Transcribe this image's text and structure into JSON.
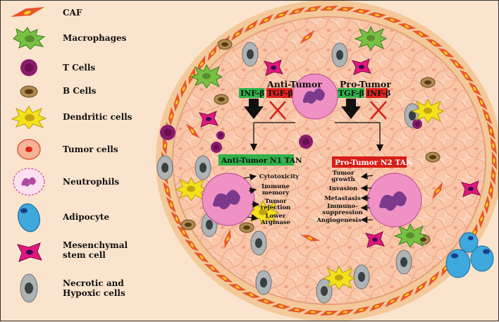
{
  "legend": [
    {
      "label": "CAF",
      "icon": "caf-icon"
    },
    {
      "label": "Macrophages",
      "icon": "macrophage-icon"
    },
    {
      "label": "T Cells",
      "icon": "t-cell-icon"
    },
    {
      "label": "B Cells",
      "icon": "b-cell-icon"
    },
    {
      "label": "Dendritic cells",
      "icon": "dendritic-cell-icon"
    },
    {
      "label": "Tumor cells",
      "icon": "tumor-cell-icon"
    },
    {
      "label": "Neutrophils",
      "icon": "neutrophil-icon"
    },
    {
      "label": "Adipocyte",
      "icon": "adipocyte-icon"
    },
    {
      "label": "Mesenchymal\nstem cell",
      "icon": "mesenchymal-stem-cell-icon"
    },
    {
      "label": "Necrotic and\nHypoxic cells",
      "icon": "necrotic-hypoxic-cell-icon"
    }
  ],
  "diagram": {
    "anti_tumor_title": "Anti-Tumor",
    "pro_tumor_title": "Pro-Tumor",
    "inf_beta": "INF-β",
    "tgf_beta": "TGF-β",
    "inf_beta_short": "INF-β",
    "n1_box": "Anti-Tumor N1 TAN",
    "n2_box": "Pro-Tumor N2 TAN",
    "n1_effects": [
      "Cytotoxicity",
      "Immune",
      "memory",
      "Tumor",
      "rejection",
      "Lower",
      "Arginase"
    ],
    "n2_effects": [
      "Tumor",
      "growth",
      "Invasion",
      "Metastasis",
      "Immuno-",
      "suppression",
      "Angiogenesis"
    ]
  },
  "colors": {
    "green": "#2fb34a",
    "red": "#e0211d",
    "background": "#fbe4cd",
    "tumor_cell": "#f7c7a8",
    "neutrophil": "#f091c6"
  }
}
